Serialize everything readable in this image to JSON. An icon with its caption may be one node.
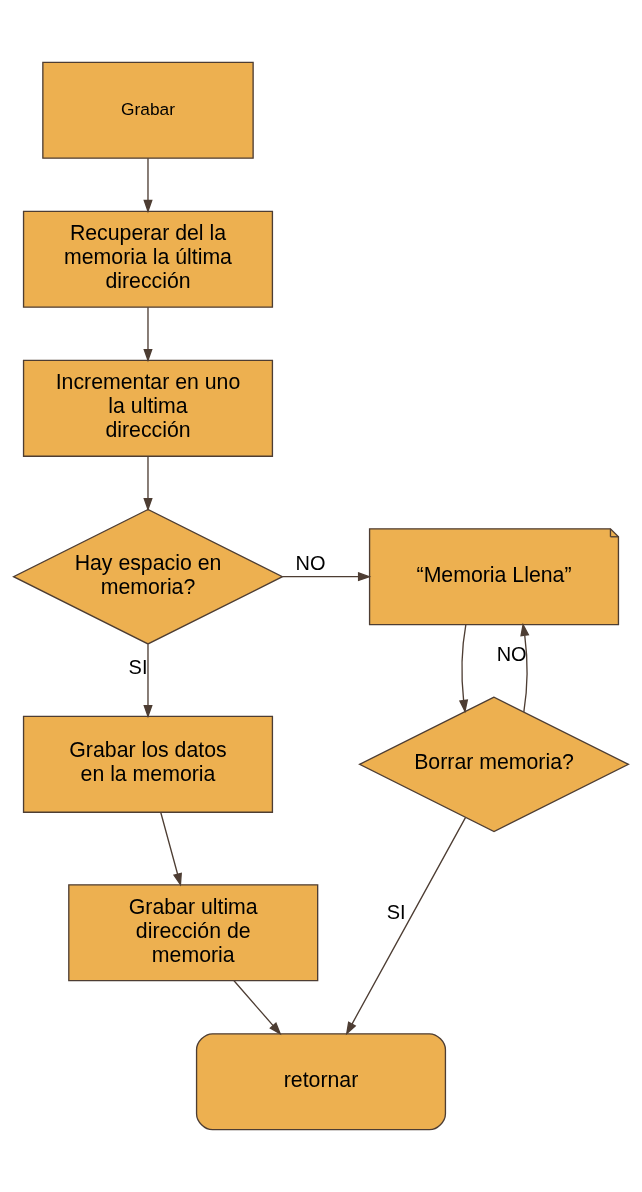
{
  "diagram": {
    "nodes": [
      {
        "text": [
          "Grabar"
        ]
      },
      {
        "text": [
          "Recuperar del la memoria la última dirección"
        ]
      },
      {
        "text": [
          "Incrementar en uno la ultima dirección"
        ]
      },
      {
        "text": [
          "Hay espacio en memoria?"
        ]
      },
      {
        "text": [
          "“Memoria Llena”"
        ]
      },
      {
        "text": [
          "Borrar memoria?"
        ]
      },
      {
        "text": [
          "Grabar los datos en la memoria"
        ]
      },
      {
        "text": [
          "Grabar ultima dirección de memoria"
        ]
      },
      {
        "text": [
          "retornar"
        ]
      }
    ],
    "edges": [
      {
        "from": 0,
        "to": 1,
        "arrow": "to"
      },
      {
        "from": 1,
        "to": 2,
        "arrow": "to"
      },
      {
        "from": 2,
        "to": 3,
        "arrow": "to"
      },
      {
        "from": 3,
        "to": 4,
        "arrow": "to",
        "label": "NO"
      },
      {
        "from": 3,
        "to": 6,
        "arrow": "to",
        "label": "SI"
      },
      {
        "from": 4,
        "to": 5,
        "arrow": "to"
      },
      {
        "from": 5,
        "to": 4,
        "arrow": "to",
        "label": "NO"
      },
      {
        "from": 5,
        "to": 8,
        "arrow": "to",
        "label": "SI"
      },
      {
        "from": 6,
        "to": 7,
        "arrow": "to"
      },
      {
        "from": 7,
        "to": 8,
        "arrow": "to"
      }
    ]
  }
}
